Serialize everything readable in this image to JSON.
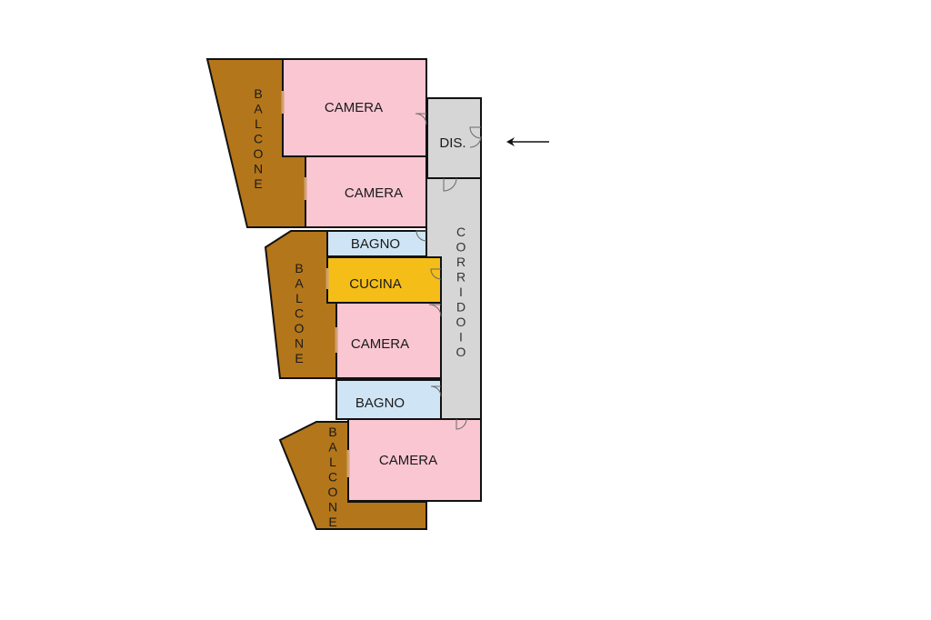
{
  "colors": {
    "balcone": "#b4761a",
    "camera": "#f9c6d2",
    "bagno": "#cfe5f6",
    "cucina": "#f5bd17",
    "corridoio": "#d6d6d6",
    "wall": "#111111"
  },
  "rooms": {
    "camera_1": "CAMERA",
    "camera_2": "CAMERA",
    "camera_3": "CAMERA",
    "camera_4": "CAMERA",
    "bagno_1": "BAGNO",
    "bagno_2": "BAGNO",
    "cucina": "CUCINA",
    "disimpegno": "DIS.",
    "corridoio": "CORRIDOIO",
    "balcone_1": "BALCONE",
    "balcone_2": "BALCONE",
    "balcone_3": "BALCONE"
  },
  "icons": {
    "entrance_arrow": "arrow-left-icon"
  }
}
